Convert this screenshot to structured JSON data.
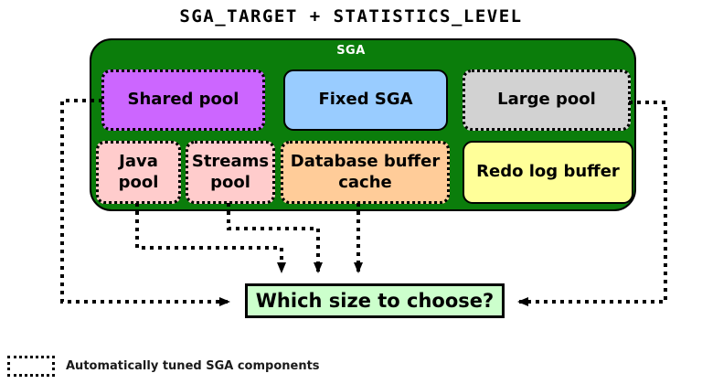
{
  "title": "SGA_TARGET + STATISTICS_LEVEL",
  "colors": {
    "sga_container": "#0B7D0B",
    "shared_pool": "#CC66FF",
    "fixed_sga": "#99CCFF",
    "large_pool": "#D2D2D2",
    "java_pool": "#FFCCCC",
    "streams_pool": "#FFCCCC",
    "database_buffer_cache": "#FFCC99",
    "redo_log_buffer": "#FFFF99",
    "question_box": "#CCFFCC",
    "connector": "#000000"
  },
  "sga": {
    "label": "SGA",
    "components": [
      {
        "id": "shared_pool",
        "label": "Shared pool",
        "auto_tuned": true
      },
      {
        "id": "fixed_sga",
        "label": "Fixed SGA",
        "auto_tuned": false
      },
      {
        "id": "large_pool",
        "label": "Large pool",
        "auto_tuned": true
      },
      {
        "id": "java_pool",
        "label": "Java pool",
        "auto_tuned": true
      },
      {
        "id": "streams_pool",
        "label": "Streams pool",
        "auto_tuned": true
      },
      {
        "id": "database_buffer_cache",
        "label": "Database buffer cache",
        "auto_tuned": true
      },
      {
        "id": "redo_log_buffer",
        "label": "Redo log buffer",
        "auto_tuned": false
      }
    ]
  },
  "question_box": {
    "label": "Which size to choose?"
  },
  "legend": {
    "label": "Automatically tuned SGA components"
  }
}
